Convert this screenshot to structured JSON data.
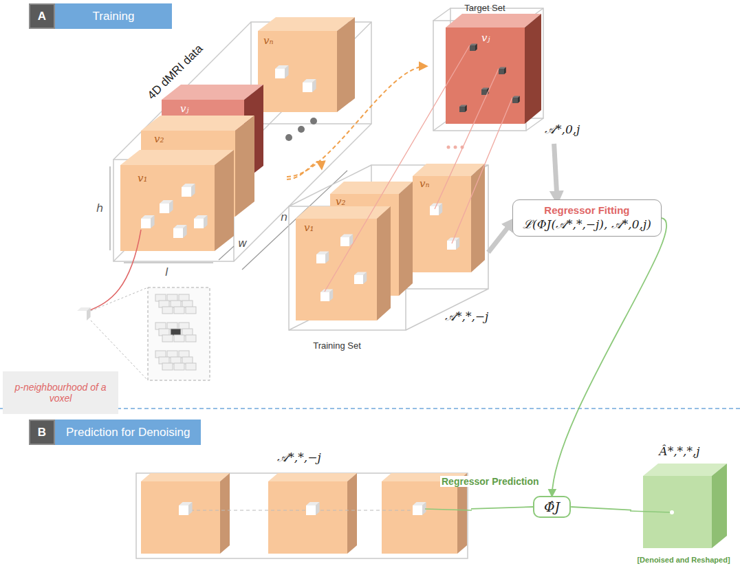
{
  "diagram": {
    "nodes": [
      {
        "text": [
          "A"
        ]
      },
      {
        "text": [
          "Training"
        ]
      },
      {
        "text": [
          "4D dMRI data"
        ]
      },
      {
        "text": [
          "Target Set",
          "𝒜*,0,j"
        ]
      },
      {
        "text": [
          "Training Set",
          "𝒜*,*,−j"
        ]
      },
      {
        "text": [
          "Regressor Fitting",
          "ℒ(ΦJ(𝒜*,*,−j), 𝒜*,0,j)"
        ]
      },
      {
        "text": [
          "p-neighbourhood of a voxel"
        ]
      },
      {
        "text": [
          "B"
        ]
      },
      {
        "text": [
          "Prediction for Denoising"
        ]
      },
      {
        "text": [
          "𝒜*,*,−j"
        ]
      },
      {
        "text": [
          "Φ̂J"
        ]
      },
      {
        "text": [
          "Â*,*,*,j",
          "[Denoised and Reshaped]"
        ]
      }
    ],
    "edges": [
      {
        "from": 2,
        "to": 3,
        "arrow": "to"
      },
      {
        "from": 2,
        "to": 4,
        "arrow": "to"
      },
      {
        "from": 3,
        "to": 5,
        "arrow": "to"
      },
      {
        "from": 4,
        "to": 5,
        "arrow": "to"
      },
      {
        "from": 5,
        "to": 10,
        "arrow": "to",
        "label": "Regressor Prediction"
      },
      {
        "from": 9,
        "to": 10,
        "arrow": "none"
      },
      {
        "from": 10,
        "to": 11,
        "arrow": "none"
      }
    ],
    "labels": [
      "v₁",
      "v₂",
      "vⱼ",
      "vₙ",
      "h",
      "w",
      "l",
      "n",
      "v₁",
      "v₂",
      "vₙ",
      "vⱼ"
    ]
  }
}
